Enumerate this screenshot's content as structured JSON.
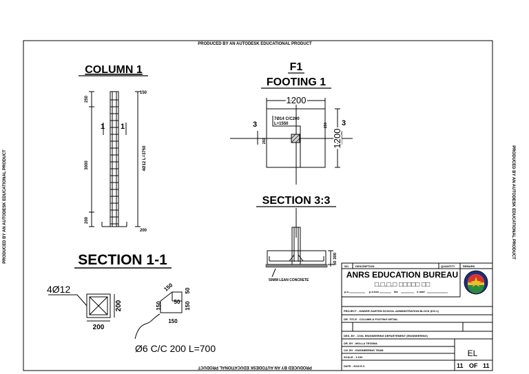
{
  "watermark": "PRODUCED BY AN AUTODESK EDUCATIONAL PRODUCT",
  "column": {
    "title": "COLUMN 1",
    "dim_top": "250",
    "dim_mid": "3000",
    "dim_bot": "200",
    "dim_right_top": "150",
    "dim_right_bot": "200",
    "rebar_label": "4Ø12 L=3750",
    "cut_mark": "1"
  },
  "footing": {
    "code": "F1",
    "title": "FOOTING 1",
    "width": "1200",
    "length": "1200",
    "rebar_line1": "7Ø14 C/C200",
    "rebar_line2": "L=1550",
    "cut_mark": "3",
    "small_dim_a": "250",
    "small_dim_b": "250"
  },
  "section33": {
    "title": "SECTION 3:3",
    "lean_concrete": "50MM LEAN CONCRETE",
    "height_dim": "50 300"
  },
  "section11": {
    "title": "SECTION 1-1",
    "bars": "4Ø12",
    "width": "200",
    "height": "200",
    "stirrup_dims": [
      "150",
      "50",
      "50",
      "150",
      "150",
      "150"
    ],
    "stirrup_label": "Ø6 C/C 200 L=700"
  },
  "titleblock": {
    "headers": [
      "NO",
      "DESCRIPTION",
      "QUANTITY",
      "REMARK"
    ],
    "org": "ANRS EDUCATION BUREAU",
    "org_sub": "□.□.□.□ □□□□□ □□",
    "contact_labels": [
      "p.o.",
      "p.o.box",
      "fax",
      "e-mail"
    ],
    "project": "PROJECT - KINDER GARTEN SCHOOL ADMINISTRATION BLOCK (KG-1)",
    "drawing_title": "DR. TITLE - COLUMN & FOOTING DETAIL",
    "des_by": "DES. BY  - CIVIL ENGINEERING DEPARTEMENT (ENGINEERING)",
    "dr_by": "DR. BY  - MOLLA TESSMA",
    "ch_by": "CH. BY  - ENGINEERING TEAM",
    "scale": "SCALE  - 1:100",
    "date": "DATE  - 2010 E.C",
    "sheet_code": "EL",
    "sheet_no": "11",
    "sheet_of": "OF",
    "sheet_total": "11"
  }
}
